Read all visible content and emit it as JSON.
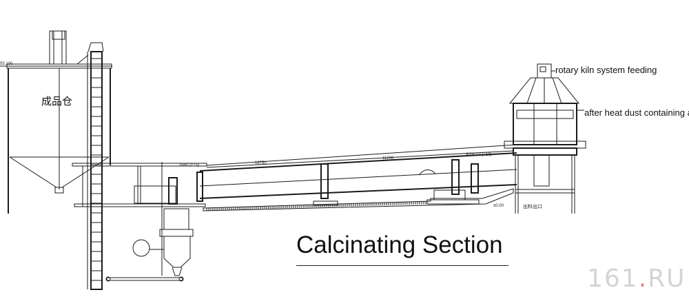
{
  "title": "Calcinating Section",
  "labels": {
    "silo": "成品仓",
    "feeding": "rotary kiln system feeding",
    "dust_air": "after heat dust containing air",
    "outlet": "出料出口"
  },
  "dimensions": {
    "d1": "3980 (+15)",
    "d2": "18750",
    "d3": "11200",
    "d4": "9008.02 (+19)",
    "level_zero": "±0.00",
    "level_top": "55.100"
  },
  "watermark": {
    "main": "161",
    "dot": ".",
    "suffix": "RU"
  }
}
